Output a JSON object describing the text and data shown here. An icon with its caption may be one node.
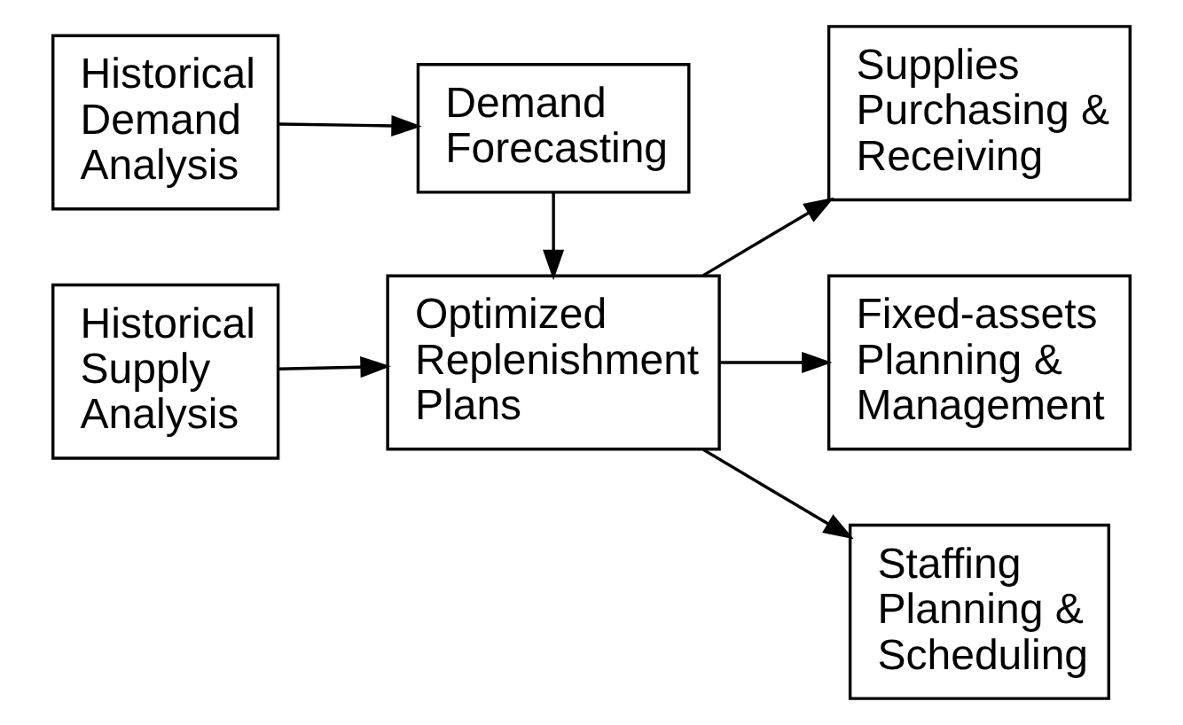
{
  "diagram": {
    "nodes": [
      {
        "text": [
          "Historical Demand Analysis"
        ]
      },
      {
        "text": [
          "Demand Forecasting"
        ]
      },
      {
        "text": [
          "Historical Supply Analysis"
        ]
      },
      {
        "text": [
          "Optimized Replenishment Plans"
        ]
      },
      {
        "text": [
          "Supplies Purchasing & Receiving"
        ]
      },
      {
        "text": [
          "Fixed-assets Planning & Management"
        ]
      },
      {
        "text": [
          "Staffing Planning & Scheduling"
        ]
      }
    ],
    "edges": [
      {
        "from": 0,
        "to": 1,
        "arrow": "to"
      },
      {
        "from": 1,
        "to": 3,
        "arrow": "to"
      },
      {
        "from": 2,
        "to": 3,
        "arrow": "to"
      },
      {
        "from": 3,
        "to": 4,
        "arrow": "to"
      },
      {
        "from": 3,
        "to": 5,
        "arrow": "to"
      },
      {
        "from": 3,
        "to": 6,
        "arrow": "to"
      }
    ]
  }
}
